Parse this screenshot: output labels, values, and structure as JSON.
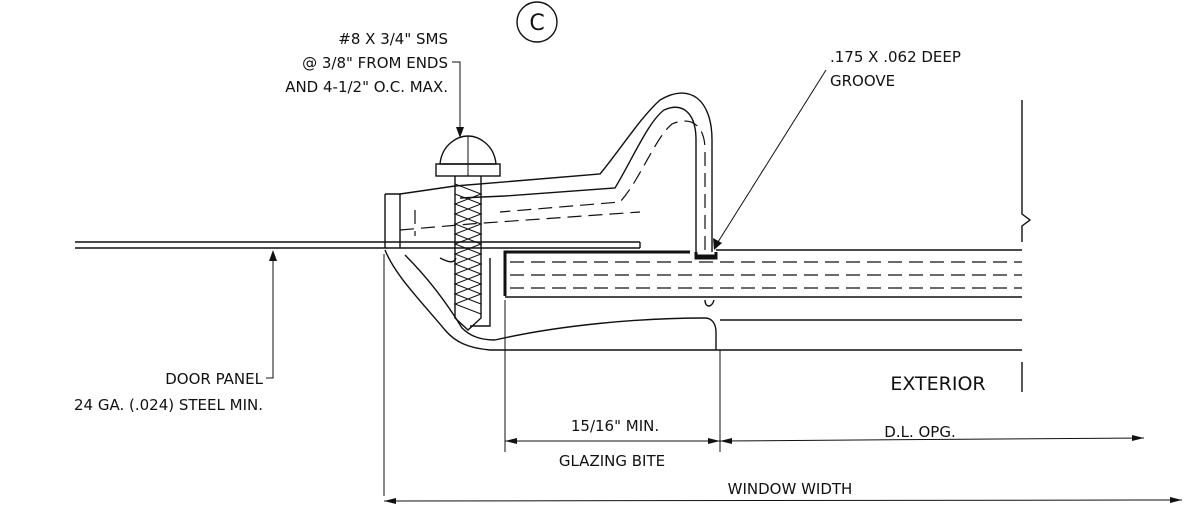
{
  "detail_marker": "C",
  "callouts": {
    "screw_line1": "#8 X 3/4\" SMS",
    "screw_line2": "@ 3/8\" FROM ENDS",
    "screw_line3": "AND 4-1/2\" O.C. MAX.",
    "groove_line1": ".175 X .062 DEEP",
    "groove_line2": "GROOVE",
    "door_line1": "DOOR PANEL",
    "door_line2": "24 GA. (.024) STEEL MIN.",
    "exterior": "EXTERIOR"
  },
  "dimensions": {
    "bite_value": "15/16\" MIN.",
    "bite_label": "GLAZING BITE",
    "dlo_label": "D.L. OPG.",
    "window_width_label": "WINDOW WIDTH"
  },
  "colors": {
    "line": "#111111",
    "background": "#ffffff"
  }
}
